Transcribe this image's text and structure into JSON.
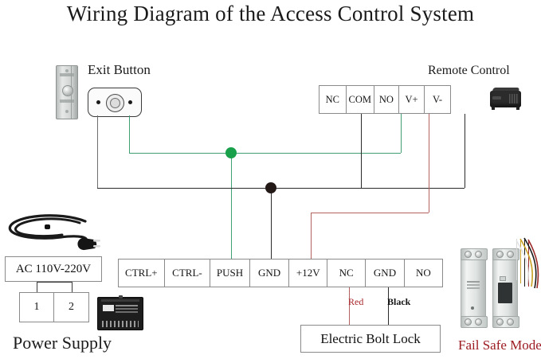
{
  "title": "Wiring Diagram of the Access Control System",
  "labels": {
    "exit_button": "Exit Button",
    "remote_control": "Remote Control",
    "power_supply": "Power Supply",
    "fail_safe_mode": "Fail Safe Mode",
    "electric_bolt_lock": "Electric Bolt Lock",
    "red_wire": "Red",
    "black_wire": "Black"
  },
  "relay_strip": {
    "name": "remote-control-terminal-strip",
    "cells": [
      "NC",
      "COM",
      "NO",
      "V+",
      "V-"
    ]
  },
  "main_strip": {
    "name": "controller-terminal-strip",
    "cells": [
      "CTRL+",
      "CTRL-",
      "PUSH",
      "GND",
      "+12V",
      "NC",
      "GND",
      "NO"
    ]
  },
  "power": {
    "ac_label": "AC 110V-220V",
    "pins": [
      "1",
      "2"
    ]
  },
  "colors": {
    "green_wire": "#3f9e72",
    "green_junction": "#18a04a",
    "black_wire": "#2a2a2a",
    "black_junction": "#231a18",
    "red_wire": "#b4625f",
    "red_text": "#a8262b",
    "fail_safe_text": "#9c1b22",
    "strip_border": "#8a8a8a",
    "background": "#ffffff"
  },
  "icons": {
    "exit_switch_panel": "exit-switch-panel-icon",
    "exit_push_button": "exit-push-button-icon",
    "remote_receiver": "remote-receiver-device-icon",
    "power_cord": "power-cord-icon",
    "power_supply_unit": "power-supply-unit-icon",
    "bolt_lock_front": "bolt-lock-front-icon",
    "bolt_lock_back": "bolt-lock-back-icon"
  }
}
